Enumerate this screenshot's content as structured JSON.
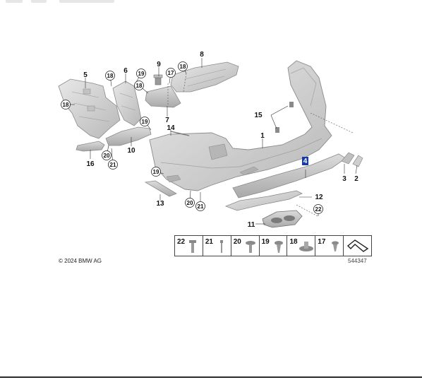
{
  "copyright": "© 2024 BMW AG",
  "image_id": "544347",
  "callouts": {
    "c1": "1",
    "c2": "2",
    "c3": "3",
    "c4": "4",
    "c5": "5",
    "c6": "6",
    "c7": "7",
    "c8": "8",
    "c9": "9",
    "c10": "10",
    "c11": "11",
    "c12": "12",
    "c13": "13",
    "c14": "14",
    "c15": "15",
    "c16": "16",
    "r17": "17",
    "r18": "18",
    "r19": "19",
    "r20": "20",
    "r21": "21",
    "r22": "22"
  },
  "legend": {
    "items": [
      {
        "num": "22",
        "icon": "screw-icon"
      },
      {
        "num": "21",
        "icon": "pin-icon"
      },
      {
        "num": "20",
        "icon": "bolt-washer-icon"
      },
      {
        "num": "19",
        "icon": "clip-icon"
      },
      {
        "num": "18",
        "icon": "expanding-rivet-icon"
      },
      {
        "num": "17",
        "icon": "push-clip-icon"
      },
      {
        "num": "",
        "icon": "cable-tie-icon"
      }
    ]
  },
  "colors": {
    "part_fill": "#d4d4d4",
    "part_stroke": "#8a8a8a",
    "highlight": "#1a3a9e",
    "text": "#111111"
  }
}
